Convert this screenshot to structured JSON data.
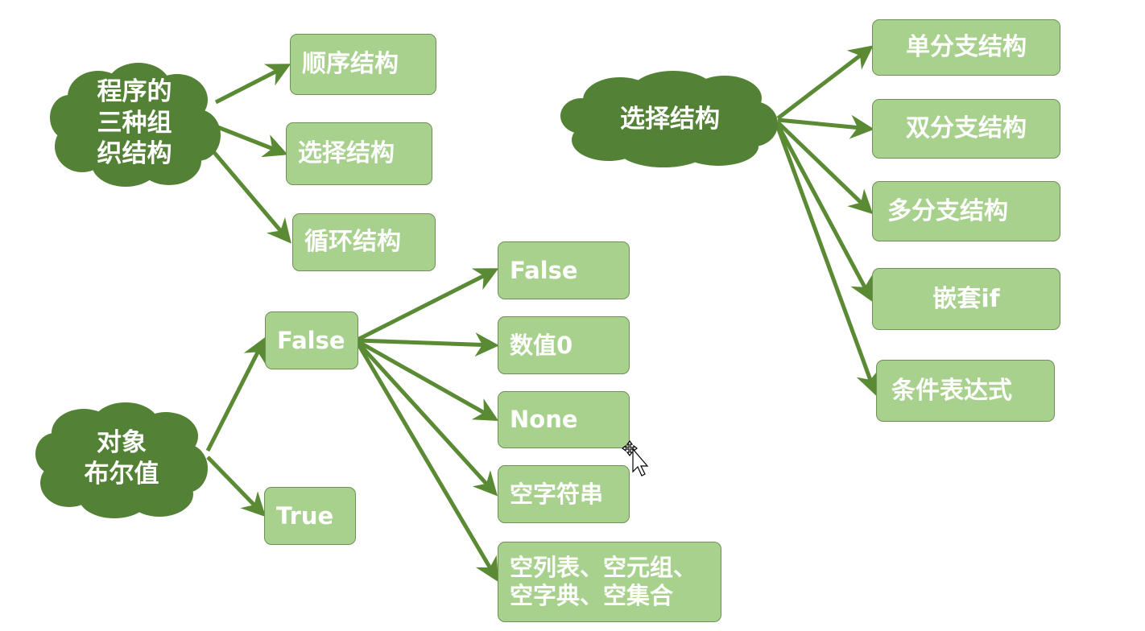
{
  "clouds": {
    "structures": "程序的\n三种组\n织结构",
    "selection": "选择结构",
    "boolean": "对象\n布尔值"
  },
  "structure_types": [
    "顺序结构",
    "选择结构",
    "循环结构"
  ],
  "selection_types": [
    "单分支结构",
    "双分支结构",
    "多分支结构",
    "嵌套if",
    "条件表达式"
  ],
  "bool_values": {
    "false": "False",
    "true": "True"
  },
  "false_values": [
    "False",
    "数值0",
    "None",
    "空字符串",
    "空列表、空元组、\n空字典、空集合"
  ],
  "colors": {
    "cloud_fill": "#538135",
    "box_fill": "#a9d18e",
    "box_border": "#6e8f55",
    "arrow": "#5a8a33",
    "text": "#ffffff"
  },
  "icons": {
    "cursor": "move-cursor-icon"
  }
}
